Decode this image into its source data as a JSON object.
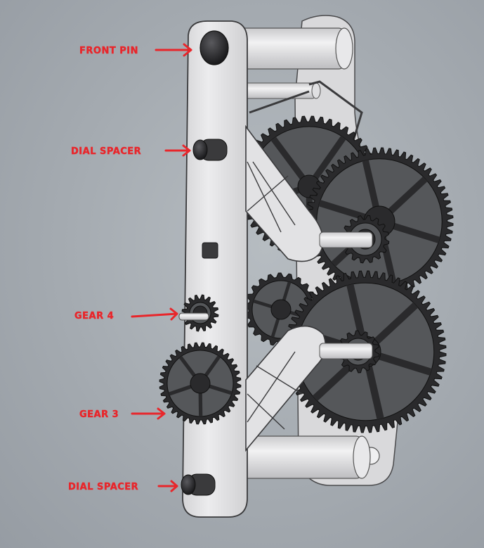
{
  "labels": {
    "front_pin": "FRONT PIN",
    "dial_spacer_top": "DIAL SPACER",
    "gear_4": "GEAR 4",
    "gear_3": "GEAR 3",
    "dial_spacer_bottom": "DIAL SPACER"
  },
  "colors": {
    "callout": "#e8262b",
    "background": "#a4aab0",
    "frame": "#e4e4e4",
    "gear": "#2a2a2c"
  }
}
